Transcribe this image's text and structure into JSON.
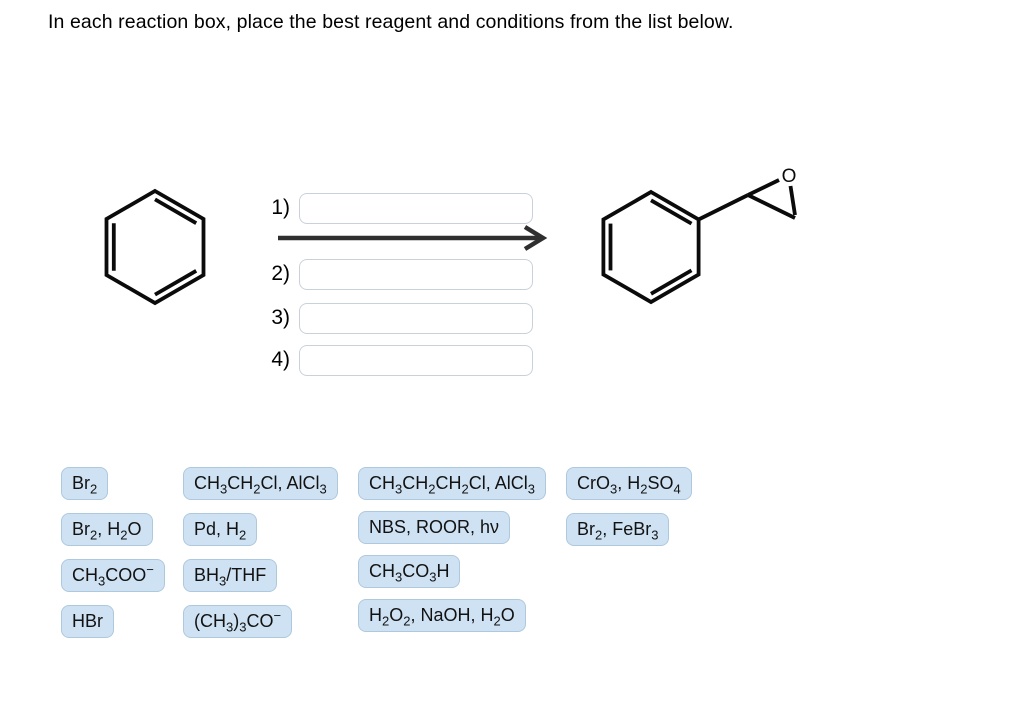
{
  "title": "In each reaction box, place the best reagent and conditions from the list below.",
  "scheme": {
    "epoxide_oxygen_label": "O",
    "steps": [
      {
        "label": "1)",
        "value": ""
      },
      {
        "label": "2)",
        "value": ""
      },
      {
        "label": "3)",
        "value": ""
      },
      {
        "label": "4)",
        "value": ""
      }
    ]
  },
  "reagents": {
    "columns": [
      {
        "items": [
          "Br{2}",
          "Br{2}, H{2}O",
          "CH{3}COO[−]",
          "HBr"
        ]
      },
      {
        "items": [
          "CH{3}CH{2}Cl, AlCl{3}",
          "Pd, H{2}",
          "BH{3}/THF",
          "(CH{3}){3}CO[−]"
        ]
      },
      {
        "items": [
          "CH{3}CH{2}CH{2}Cl, AlCl{3}",
          "NBS, ROOR, hν",
          "CH{3}CO{3}H",
          "H{2}O{2}, NaOH, H{2}O"
        ]
      },
      {
        "items": [
          "CrO{3}, H{2}SO{4}",
          "Br{2}, FeBr{3}"
        ]
      }
    ]
  },
  "colors": {
    "chip_bg": "#cfe2f3",
    "chip_border": "#aec8de",
    "box_border": "#c9d2da",
    "arrow": "#2f2f2f",
    "molecule": "#0b0b0b"
  }
}
